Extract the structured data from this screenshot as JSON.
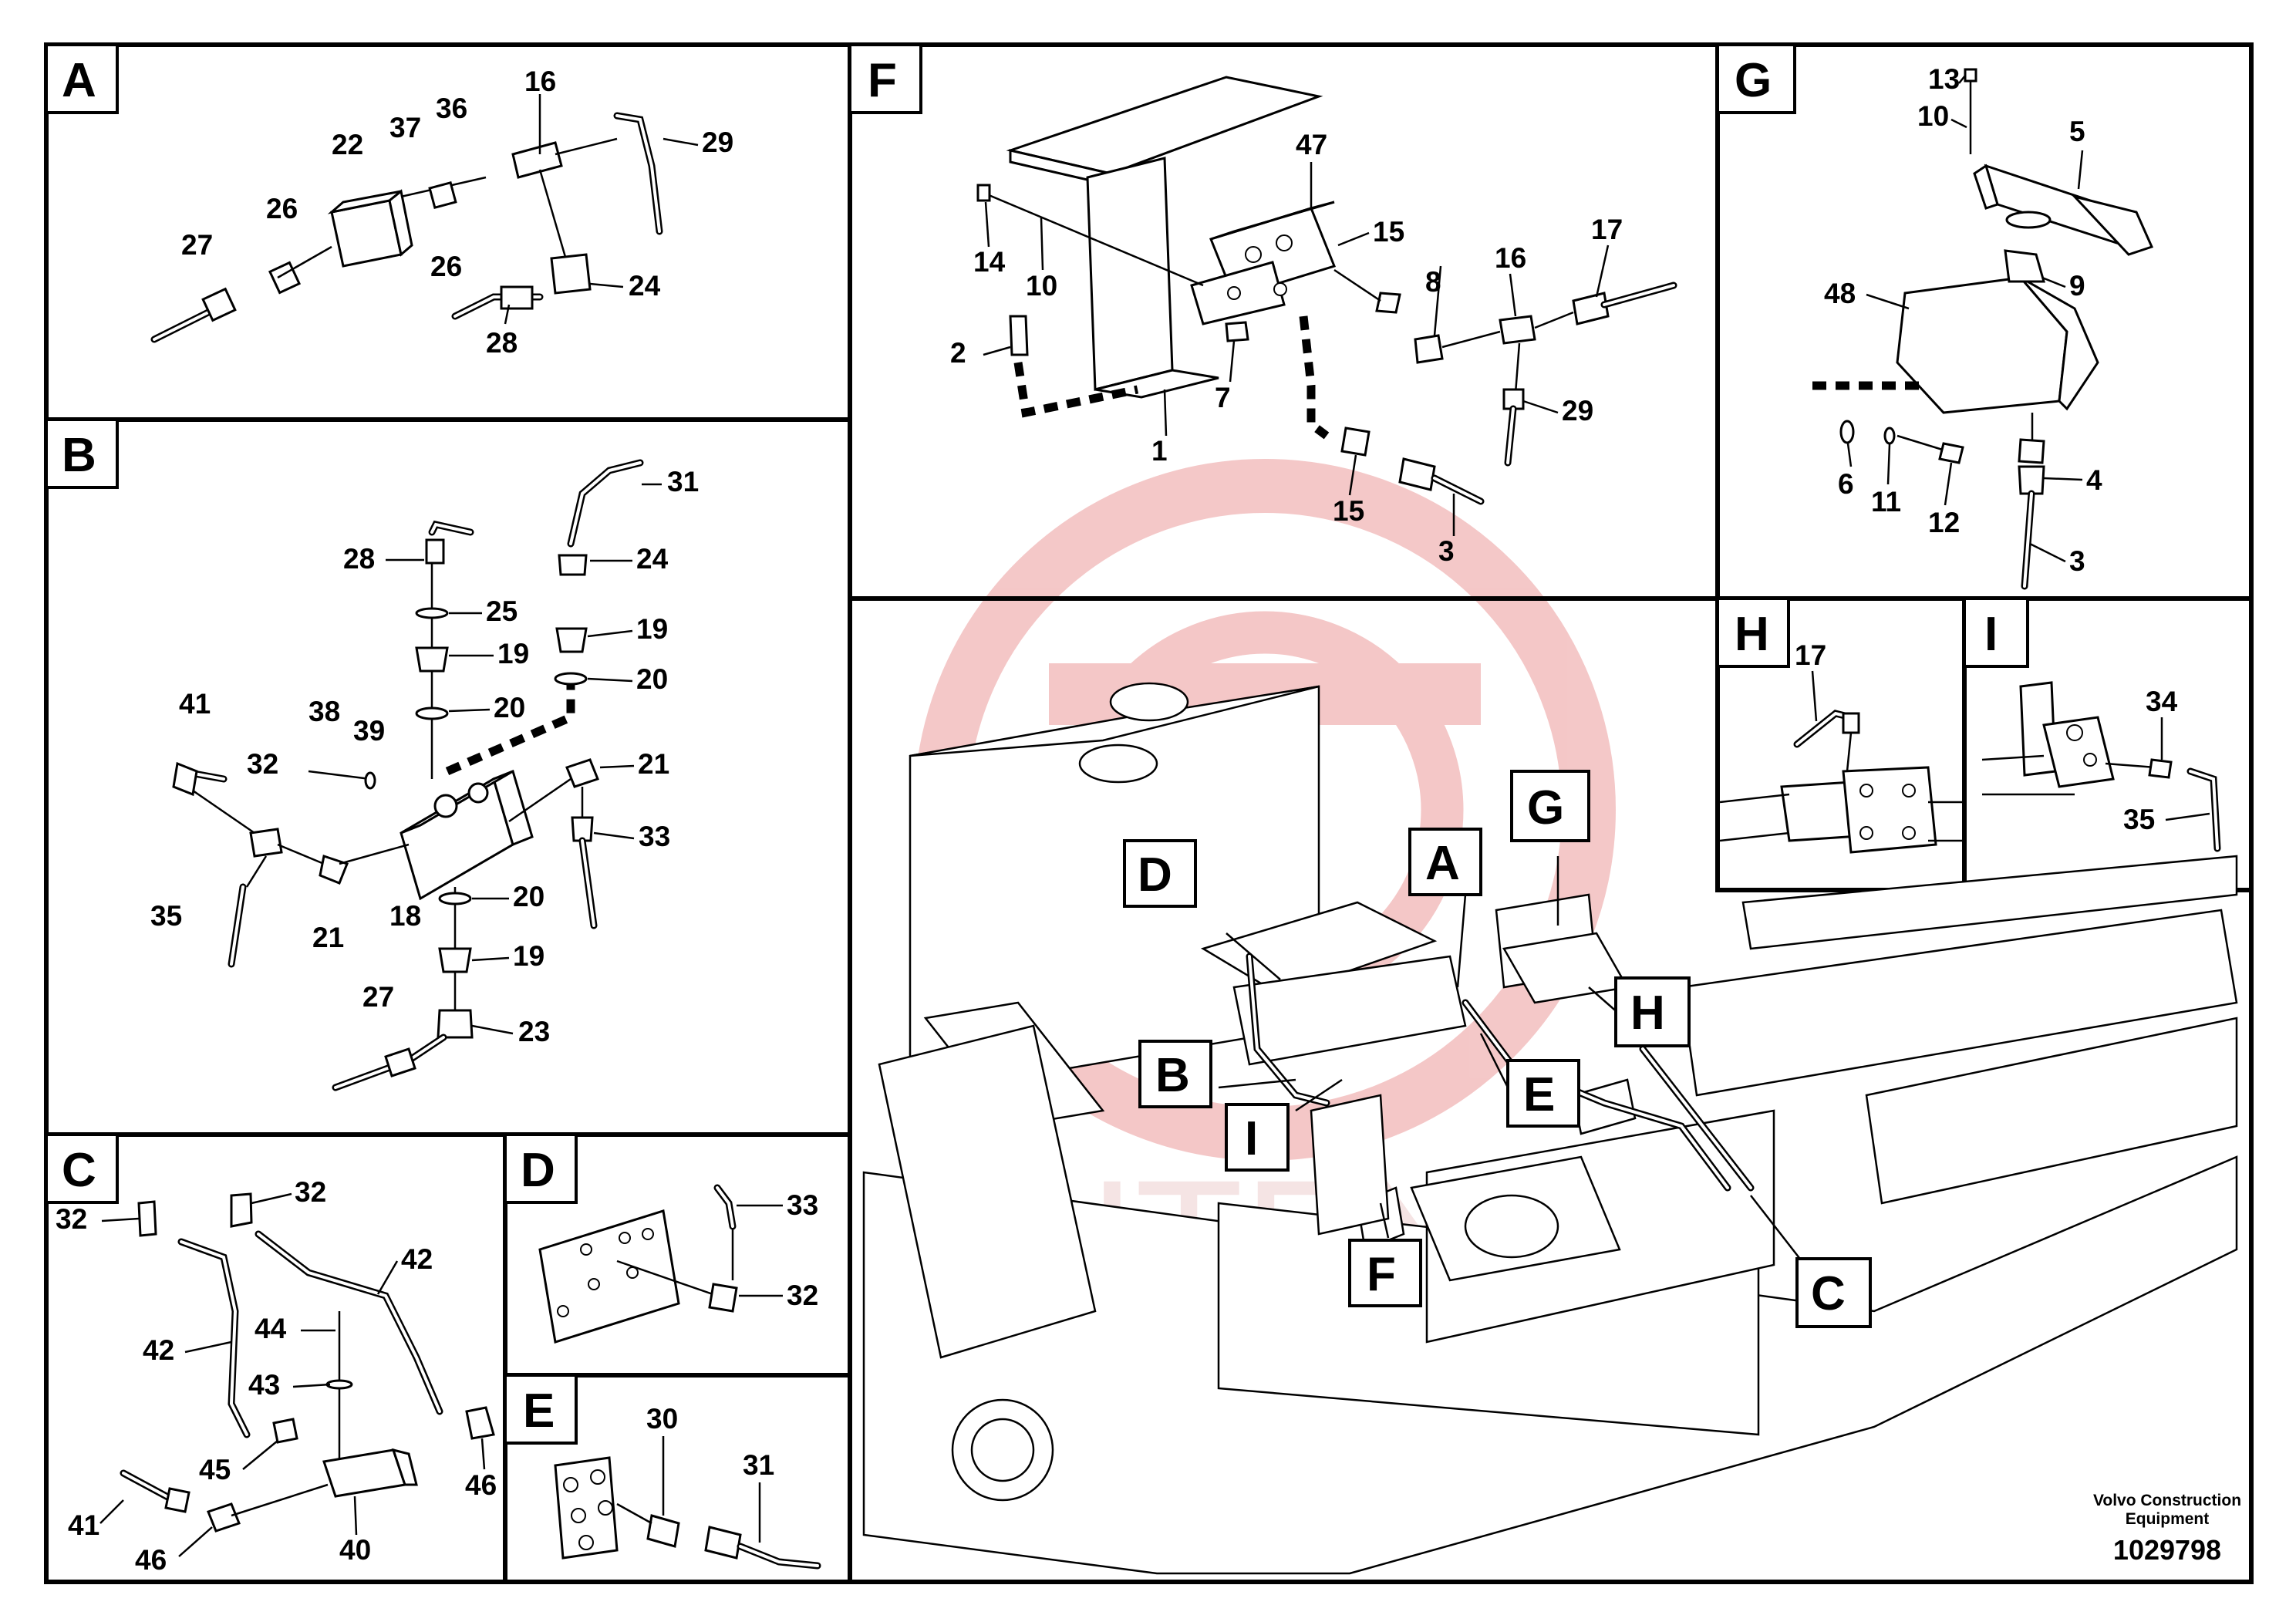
{
  "panels": {
    "A": {
      "tag": "A",
      "labels": [
        "16",
        "22",
        "37",
        "36",
        "29",
        "26",
        "27",
        "26",
        "24",
        "28"
      ]
    },
    "B": {
      "tag": "B",
      "labels": [
        "31",
        "28",
        "24",
        "25",
        "19",
        "19",
        "20",
        "20",
        "41",
        "38",
        "39",
        "32",
        "21",
        "33",
        "18",
        "21",
        "35",
        "20",
        "19",
        "27",
        "23"
      ]
    },
    "C": {
      "tag": "C",
      "labels": [
        "32",
        "32",
        "42",
        "42",
        "44",
        "43",
        "45",
        "46",
        "41",
        "46",
        "40"
      ]
    },
    "D": {
      "tag": "D",
      "labels": [
        "33",
        "32"
      ]
    },
    "E": {
      "tag": "E",
      "labels": [
        "30",
        "31"
      ]
    },
    "F": {
      "tag": "F",
      "labels": [
        "47",
        "14",
        "10",
        "15",
        "8",
        "16",
        "17",
        "2",
        "7",
        "1",
        "29",
        "15",
        "3"
      ]
    },
    "G": {
      "tag": "G",
      "labels": [
        "13",
        "10",
        "5",
        "48",
        "9",
        "6",
        "11",
        "12",
        "4",
        "3"
      ]
    },
    "H": {
      "tag": "H",
      "labels": [
        "17"
      ]
    },
    "I": {
      "tag": "I",
      "labels": [
        "34",
        "35"
      ]
    }
  },
  "callouts": [
    "D",
    "A",
    "G",
    "B",
    "H",
    "E",
    "I",
    "F",
    "C"
  ],
  "watermark": {
    "text": "ИНТЕХ",
    "color": "#e8a0a0"
  },
  "footer": {
    "company_line1": "Volvo Construction",
    "company_line2": "Equipment",
    "drawing_number": "1029798"
  }
}
